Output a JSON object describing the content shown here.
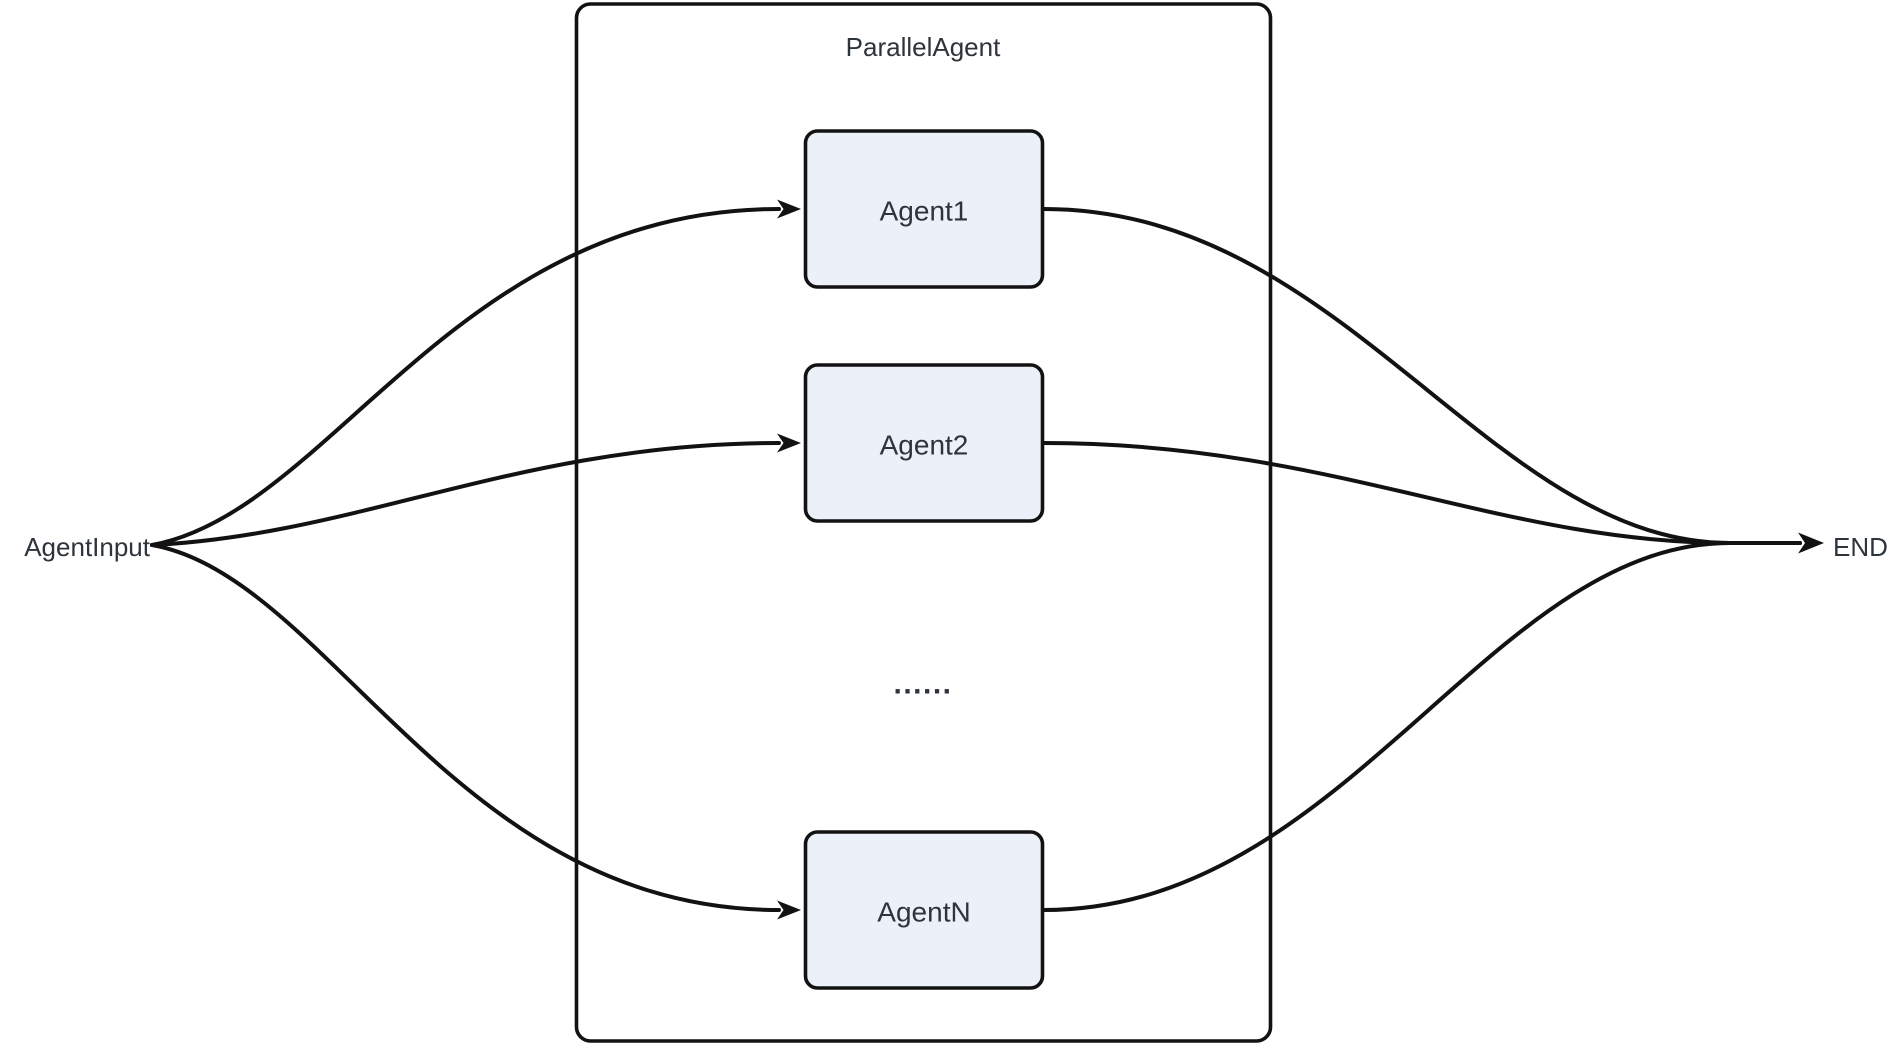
{
  "diagram": {
    "type": "flowchart",
    "direction": "left-to-right",
    "container": {
      "id": "ParallelAgent",
      "label": "ParallelAgent"
    },
    "input": {
      "id": "AgentInput",
      "label": "AgentInput"
    },
    "end": {
      "id": "END",
      "label": "END"
    },
    "agents": [
      {
        "id": "Agent1",
        "label": "Agent1"
      },
      {
        "id": "Agent2",
        "label": "Agent2"
      },
      {
        "id": "AgentN",
        "label": "AgentN"
      }
    ],
    "ellipsis": "......",
    "edges": [
      {
        "from": "AgentInput",
        "to": "Agent1"
      },
      {
        "from": "AgentInput",
        "to": "Agent2"
      },
      {
        "from": "AgentInput",
        "to": "AgentN"
      },
      {
        "from": "Agent1",
        "to": "END"
      },
      {
        "from": "Agent2",
        "to": "END"
      },
      {
        "from": "AgentN",
        "to": "END"
      }
    ],
    "colors": {
      "background": "#FFFFFF",
      "node_fill": "#ECF0F9",
      "node_border": "#121212",
      "container_border": "#121212",
      "edge": "#121212",
      "text": "#2E343B"
    }
  }
}
